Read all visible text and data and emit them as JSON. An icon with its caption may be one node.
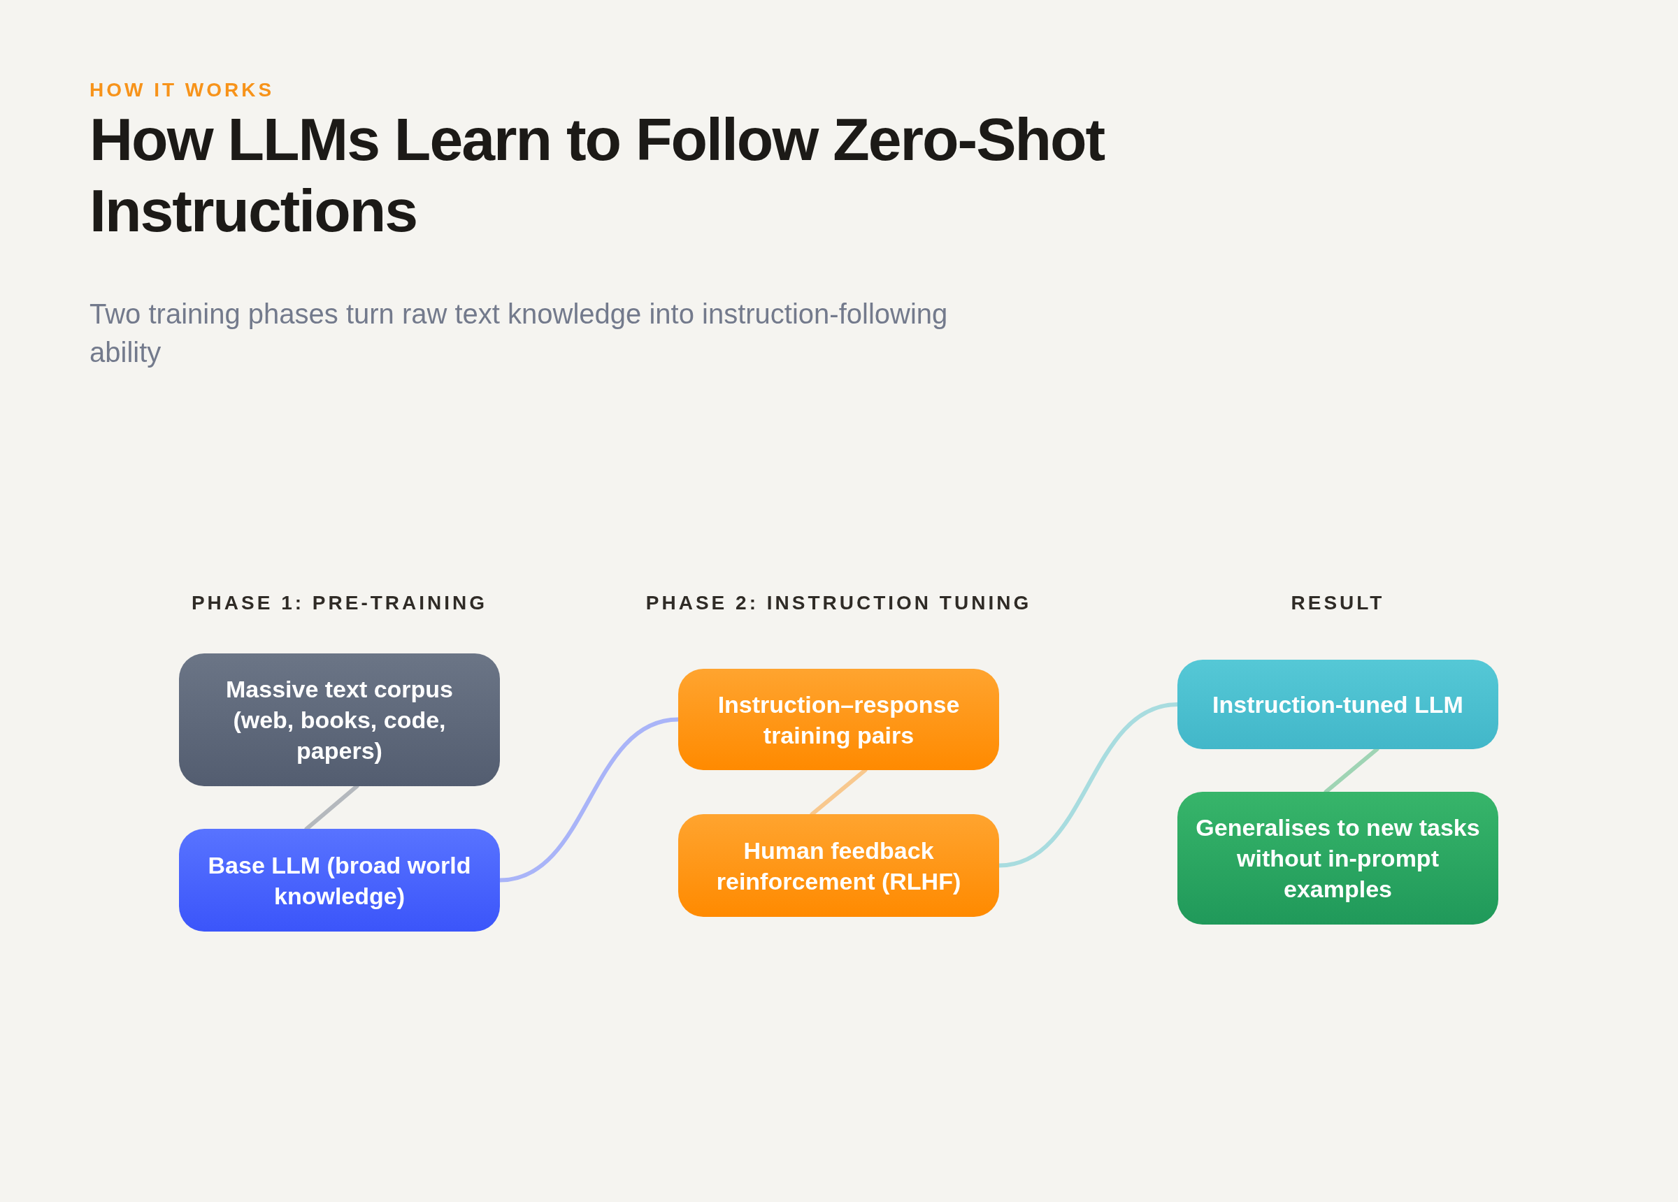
{
  "diagram": {
    "title": "How LLMs Learn to Follow Zero-Shot Instructions",
    "nodes": [
      {
        "text": [
          "Massive text corpus (web, books, code, papers)"
        ]
      },
      {
        "text": [
          "Base LLM (broad world knowledge)"
        ]
      },
      {
        "text": [
          "Instruction–response training pairs"
        ]
      },
      {
        "text": [
          "Human feedback reinforcement (RLHF)"
        ]
      },
      {
        "text": [
          "Instruction-tuned LLM"
        ]
      },
      {
        "text": [
          "Generalises to new tasks without in-prompt examples"
        ]
      }
    ],
    "edges": [
      {
        "from": 0,
        "to": 1,
        "arrow": "none",
        "color": "#b4b8bd"
      },
      {
        "from": 1,
        "to": 2,
        "arrow": "none",
        "color": "#a9b4f8"
      },
      {
        "from": 2,
        "to": 3,
        "arrow": "none",
        "color": "#f8c88e"
      },
      {
        "from": 3,
        "to": 4,
        "arrow": "none",
        "color": "#a8dcdf"
      },
      {
        "from": 4,
        "to": 5,
        "arrow": "none",
        "color": "#9fd4b4"
      }
    ],
    "labels": [
      "HOW IT WORKS",
      "Two training phases turn raw text knowledge into instruction-following ability",
      "PHASE 1: PRE-TRAINING",
      "PHASE 2: INSTRUCTION TUNING",
      "RESULT"
    ]
  }
}
